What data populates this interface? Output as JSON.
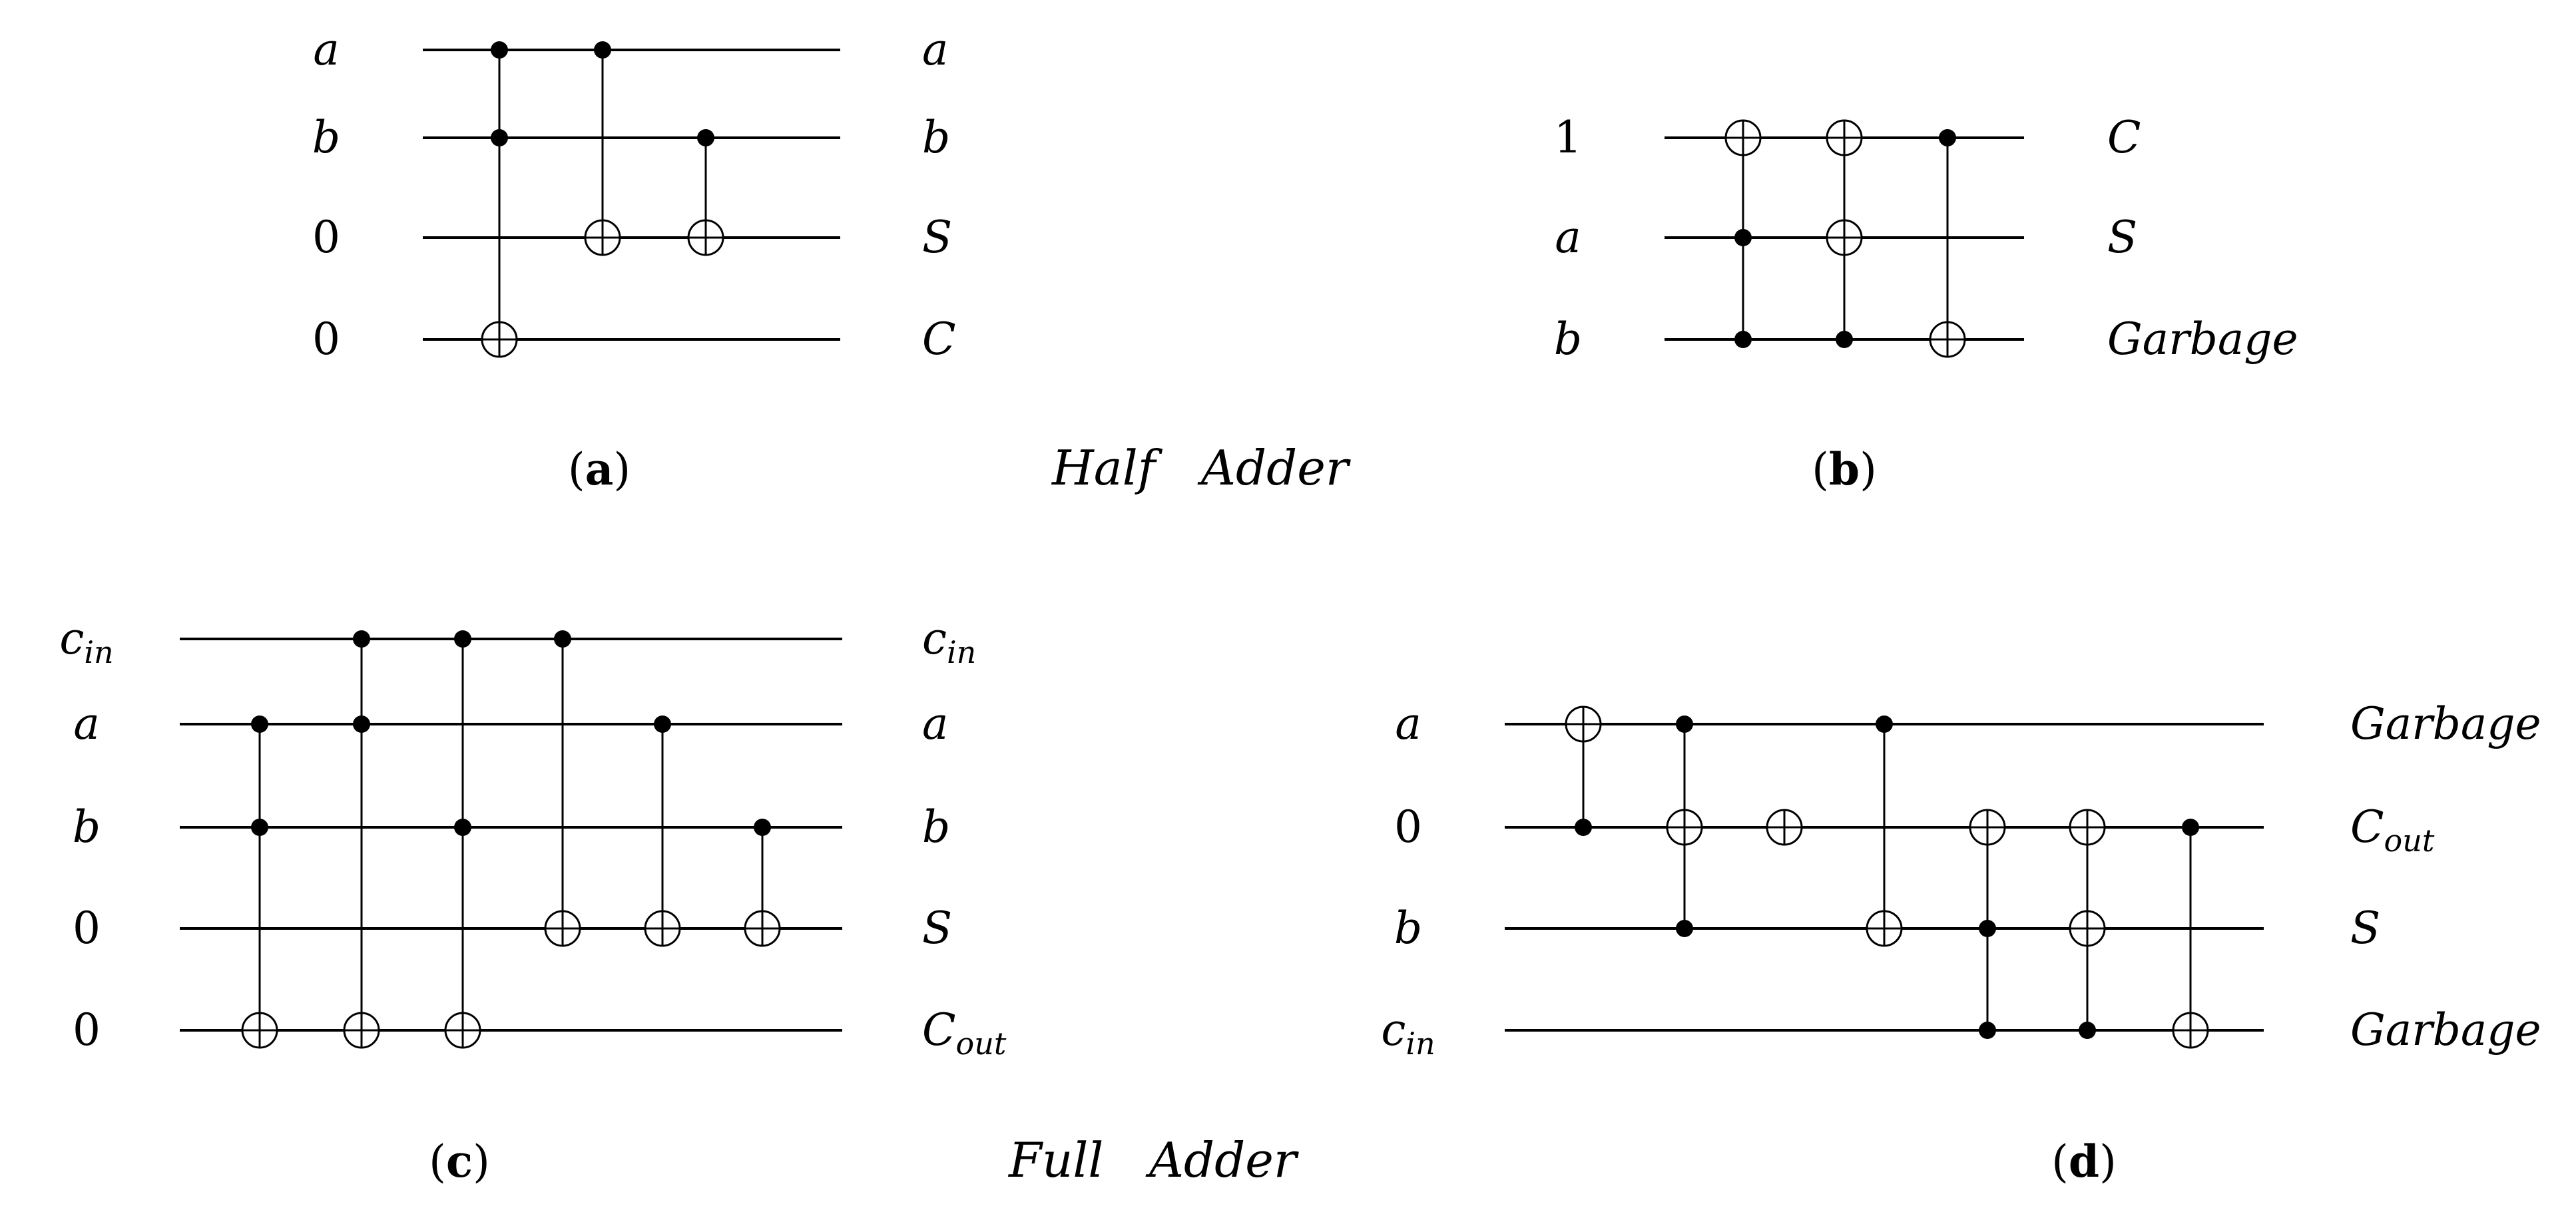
{
  "titles": {
    "half": "Half   Adder",
    "full": "Full   Adder"
  },
  "panels": {
    "a": {
      "caption": "a",
      "inputs": [
        {
          "t": "a"
        },
        {
          "t": "b"
        },
        {
          "t": "0"
        },
        {
          "t": "0"
        }
      ],
      "outputs": [
        {
          "t": "a"
        },
        {
          "t": "b"
        },
        {
          "t": "S"
        },
        {
          "t": "C"
        }
      ],
      "gates": [
        {
          "controls": [
            0,
            1
          ],
          "target": 3
        },
        {
          "controls": [
            0
          ],
          "target": 2
        },
        {
          "controls": [
            1
          ],
          "target": 2
        }
      ]
    },
    "b": {
      "caption": "b",
      "inputs": [
        {
          "t": "1"
        },
        {
          "t": "a"
        },
        {
          "t": "b"
        }
      ],
      "outputs": [
        {
          "t": "C"
        },
        {
          "t": "S"
        },
        {
          "t": "Garbage"
        }
      ],
      "gates": [
        {
          "controls": [
            1,
            2
          ],
          "target": 0
        },
        {
          "controls": [
            2
          ],
          "targets": [
            0,
            1
          ]
        },
        {
          "controls": [
            0
          ],
          "target": 2
        }
      ]
    },
    "c": {
      "caption": "c",
      "inputs": [
        {
          "t": "c",
          "s": "in"
        },
        {
          "t": "a"
        },
        {
          "t": "b"
        },
        {
          "t": "0"
        },
        {
          "t": "0"
        }
      ],
      "outputs": [
        {
          "t": "c",
          "s": "in"
        },
        {
          "t": "a"
        },
        {
          "t": "b"
        },
        {
          "t": "S"
        },
        {
          "t": "C",
          "s": "out"
        }
      ],
      "gates": [
        {
          "controls": [
            1,
            2
          ],
          "target": 4
        },
        {
          "controls": [
            0,
            1
          ],
          "target": 4
        },
        {
          "controls": [
            0,
            2
          ],
          "target": 4
        },
        {
          "controls": [
            0
          ],
          "target": 3
        },
        {
          "controls": [
            1
          ],
          "target": 3
        },
        {
          "controls": [
            2
          ],
          "target": 3
        }
      ]
    },
    "d": {
      "caption": "d",
      "inputs": [
        {
          "t": "a"
        },
        {
          "t": "0"
        },
        {
          "t": "b"
        },
        {
          "t": "c",
          "s": "in"
        }
      ],
      "outputs": [
        {
          "t": "Garbage"
        },
        {
          "t": "C",
          "s": "out"
        },
        {
          "t": "S"
        },
        {
          "t": "Garbage"
        }
      ],
      "gates": [
        {
          "controls": [
            1
          ],
          "target": 0
        },
        {
          "controls": [
            0,
            2
          ],
          "target": 1
        },
        {
          "controls": [],
          "target": 1
        },
        {
          "controls": [
            0
          ],
          "target": 2
        },
        {
          "controls": [
            2,
            3
          ],
          "target": 1
        },
        {
          "controls": [
            3
          ],
          "targets": [
            1,
            2
          ]
        },
        {
          "controls": [
            1
          ],
          "target": 3
        }
      ]
    }
  }
}
